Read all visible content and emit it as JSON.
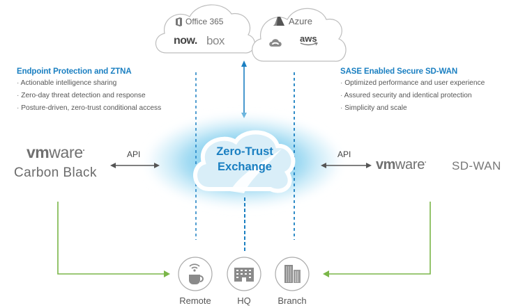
{
  "saas_cloud": {
    "items": [
      {
        "name": "Office 365",
        "icon": "office-icon"
      },
      {
        "name": "now.",
        "icon": null
      },
      {
        "name": "box",
        "icon": null
      }
    ]
  },
  "iaas_cloud": {
    "items": [
      {
        "name": "Azure",
        "icon": "azure-icon"
      },
      {
        "name": "",
        "icon": "google-cloud-icon"
      },
      {
        "name": "aws",
        "icon": "aws-smile-icon"
      }
    ]
  },
  "left_panel": {
    "title": "Endpoint Protection and ZTNA",
    "bullets": [
      "Actionable intelligence sharing",
      "Zero-day threat detection and response",
      "Posture-driven, zero-trust conditional access"
    ],
    "logo_vm": "vm",
    "logo_ware": "ware",
    "product": "Carbon Black",
    "api_label": "API"
  },
  "right_panel": {
    "title": "SASE Enabled Secure SD-WAN",
    "bullets": [
      "Optimized performance and user experience",
      "Assured security and identical protection",
      "Simplicity and scale"
    ],
    "logo_vm": "vm",
    "logo_ware": "ware",
    "product": "SD-WAN",
    "api_label": "API"
  },
  "center": {
    "line1": "Zero-Trust",
    "line2": "Exchange"
  },
  "sites": [
    {
      "label": "Remote",
      "icon": "coffee-wifi-icon"
    },
    {
      "label": "HQ",
      "icon": "building-icon"
    },
    {
      "label": "Branch",
      "icon": "skyscraper-icon"
    }
  ],
  "colors": {
    "accent_blue": "#1a7fc1",
    "connector_green": "#7ab648",
    "glow_blue": "#7ccbec",
    "text_gray": "#555555"
  }
}
